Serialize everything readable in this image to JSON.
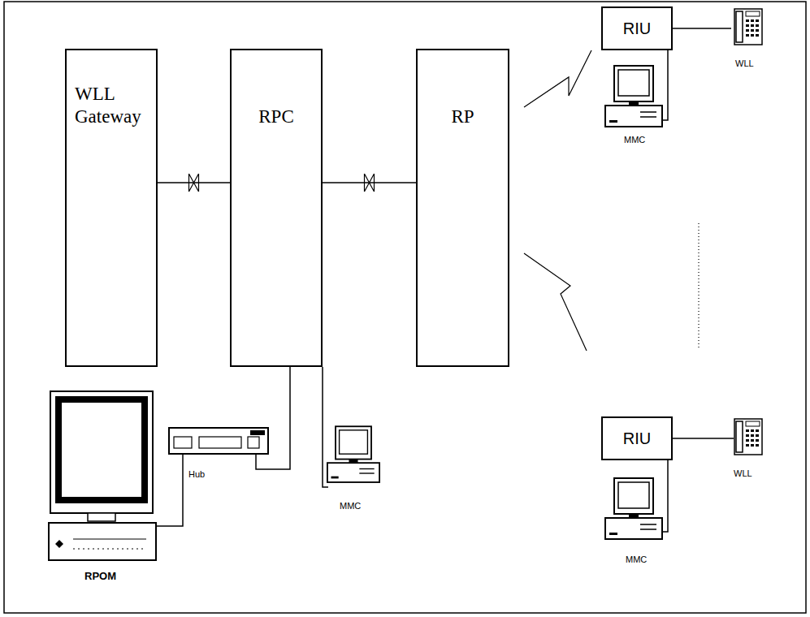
{
  "diagram": {
    "nodes": [
      {
        "text": [
          "WLL Gateway"
        ]
      },
      {
        "text": [
          "RPC"
        ]
      },
      {
        "text": [
          "RP"
        ]
      },
      {
        "text": [
          "RIU"
        ]
      },
      {
        "text": [
          "RIU"
        ]
      }
    ],
    "edges": [
      {
        "from": 0,
        "to": 1,
        "arrow": "none"
      },
      {
        "from": 1,
        "to": 2,
        "arrow": "none"
      }
    ],
    "labels": [
      "WLL",
      "MMC",
      "Hub",
      "MMC",
      "WLL",
      "MMC",
      "RPOM"
    ]
  }
}
